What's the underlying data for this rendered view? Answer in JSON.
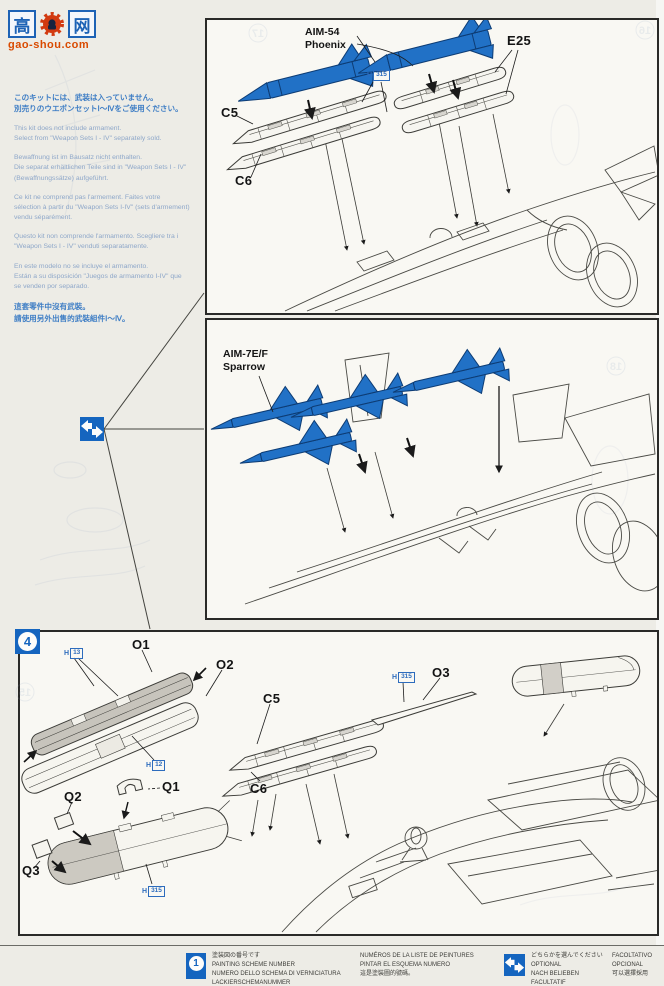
{
  "logo": {
    "char_left": "高",
    "char_right": "网",
    "domain": "gao-shou.com"
  },
  "notes": {
    "ja1": "このキットには、武装は入っていません。",
    "ja2": "別売りのウエポンセットⅠ～Ⅳをご使用ください。",
    "en1": "This kit does not include armament.",
    "en2": "Select from \"Weapon Sets I - IV\" separately sold.",
    "de1": "Bewaffnung ist im Bausatz nicht enthalten.",
    "de2": "Die separat erhältlichen Teile sind in \"Weapon Sets I - IV\"",
    "de3": "(Bewaffnungssätze) aufgeführt.",
    "fr1": "Ce kit ne comprend pas l'armement. Faites votre",
    "fr2": "sélection à partir du \"Weapon Sets I-IV\" (sets d'armement)",
    "fr3": "vendu séparément.",
    "it1": "Questo kit non comprende l'armamento. Scegliere tra i",
    "it2": "\"Weapon Sets I - IV\" venduti separatamente.",
    "es1": "En este modelo no se incluye el armamento.",
    "es2": "Están a su disposición \"Juegos de armamento I-IV\" que",
    "es3": "se venden por separado.",
    "zh1": "這套零件中沒有武裝。",
    "zh2": "請使用另外出售的武裝組件Ⅰ～Ⅳ。"
  },
  "phoenix_box": {
    "missile1": "AIM-54",
    "missile2": "Phoenix",
    "e25": "E25",
    "c5": "C5",
    "c6": "C6",
    "paint": {
      "h": "H",
      "code": "315"
    }
  },
  "sparrow_box": {
    "missile1": "AIM-7E/F",
    "missile2": "Sparrow"
  },
  "step4": {
    "badge": "4",
    "o1": "O1",
    "o2": "O2",
    "o3": "O3",
    "c5": "C5",
    "c6": "C6",
    "q1": "Q1",
    "q2": "Q2",
    "q3": "Q3",
    "paint_h13": {
      "h": "H",
      "code": "13"
    },
    "paint_h12": {
      "h": "H",
      "code": "12"
    },
    "paint_h315a": {
      "h": "H",
      "code": "315"
    },
    "paint_h315b": {
      "h": "H",
      "code": "315"
    }
  },
  "footer": {
    "scheme_icon_number": "1",
    "col1": [
      "塗装図の番号です",
      "PAINTING SCHEME NUMBER",
      "NUMERO DELLO SCHEMA DI VERNICIATURA",
      "LACKIERSCHEMANUMMER"
    ],
    "col2": [
      "NUMÉROS DE LA LISTE DE PEINTURES",
      "PINTAR EL ESQUEMA NUMERO",
      "這是塗裝圖的號碼。"
    ],
    "col3": [
      "どちらかを選んでください",
      "OPTIONAL",
      "NACH BELIEBEN",
      "FACULTATIF"
    ],
    "col4": [
      "FACOLTATIVO",
      "OPCIONAL",
      "可以選擇採用"
    ]
  },
  "ghost_numbers": [
    "17",
    "16",
    "18",
    "15"
  ],
  "colors": {
    "missile_blue": "#2171c6",
    "accent_blue": "#1565bf",
    "paper": "#edece6",
    "paint_label_blue": "#2d6cbd"
  }
}
